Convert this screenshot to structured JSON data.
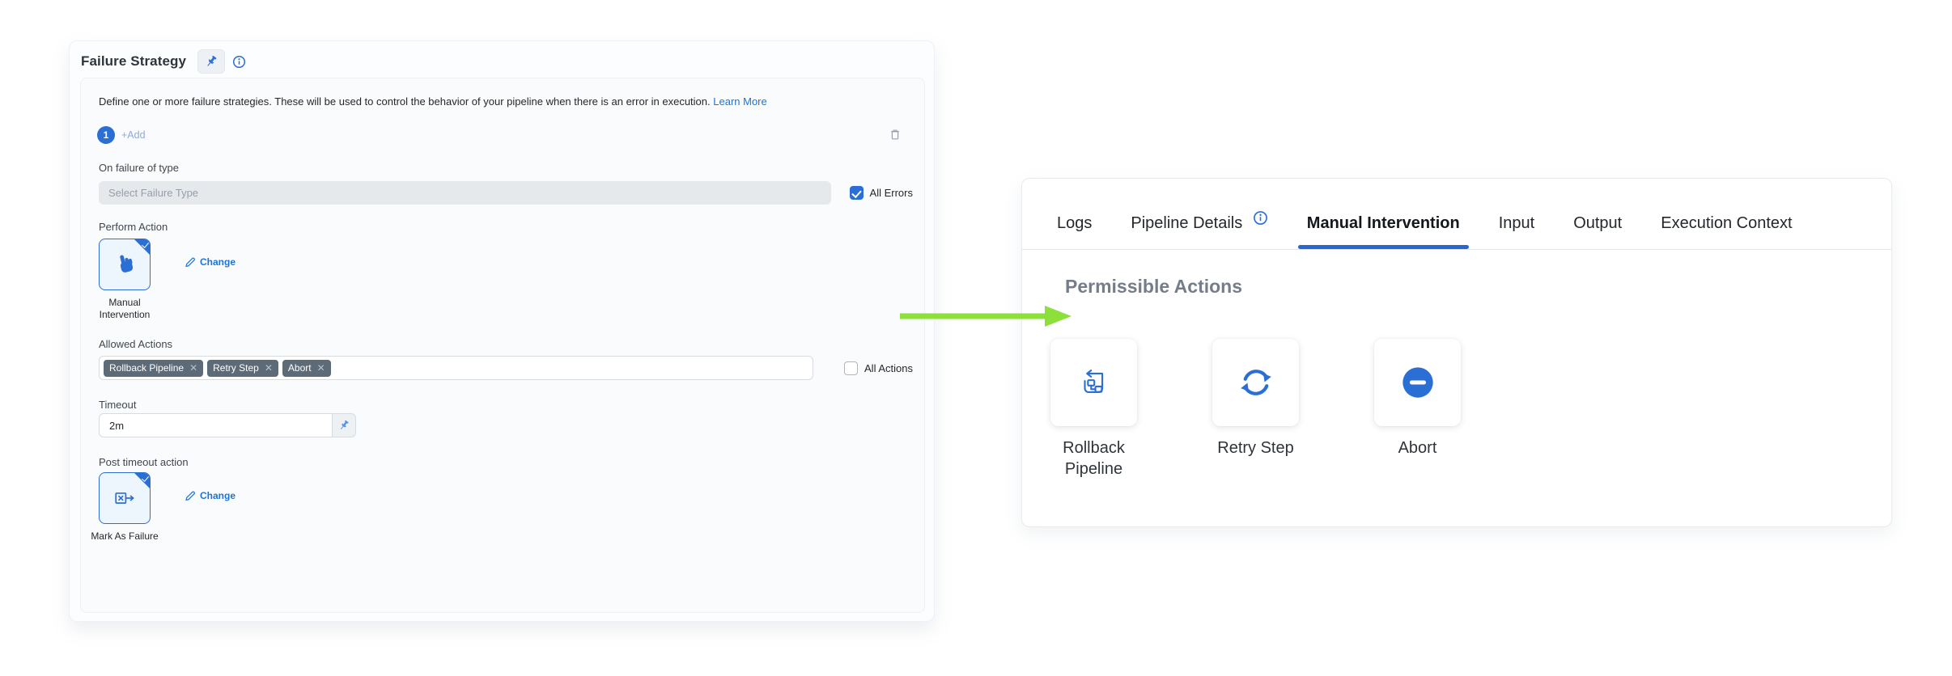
{
  "colors": {
    "primary_blue": "#2b6fd4",
    "link_blue": "#1b75d9",
    "tag_bg": "#5d6b78",
    "arrow_green": "#8ddf3a",
    "tab_underline": "#2767cf"
  },
  "failure_strategy": {
    "title": "Failure Strategy",
    "description": "Define one or more failure strategies. These will be used to control the behavior of your pipeline when there is an error in execution.",
    "learn_more_label": "Learn More",
    "strategy_list": {
      "selected_index_label": "1",
      "add_label": "+Add"
    },
    "on_failure": {
      "label": "On failure of type",
      "placeholder": "Select Failure Type",
      "all_errors": {
        "label": "All Errors",
        "checked": true
      }
    },
    "perform_action": {
      "label": "Perform Action",
      "selected": "Manual Intervention",
      "change_label": "Change"
    },
    "allowed_actions": {
      "label": "Allowed Actions",
      "tags": [
        {
          "label": "Rollback Pipeline"
        },
        {
          "label": "Retry Step"
        },
        {
          "label": "Abort"
        }
      ],
      "all_actions": {
        "label": "All Actions",
        "checked": false
      }
    },
    "timeout": {
      "label": "Timeout",
      "value": "2m"
    },
    "post_timeout": {
      "label": "Post timeout action",
      "selected": "Mark As Failure",
      "change_label": "Change"
    }
  },
  "execution_panel": {
    "tabs": [
      {
        "label": "Logs",
        "active": false
      },
      {
        "label": "Pipeline Details",
        "active": false,
        "info_icon": true
      },
      {
        "label": "Manual Intervention",
        "active": true
      },
      {
        "label": "Input",
        "active": false
      },
      {
        "label": "Output",
        "active": false
      },
      {
        "label": "Execution Context",
        "active": false
      }
    ],
    "active_tab": "Manual Intervention",
    "section_title": "Permissible Actions",
    "actions": [
      {
        "label": "Rollback Pipeline",
        "icon": "rollback-pipeline-icon"
      },
      {
        "label": "Retry Step",
        "icon": "retry-step-icon"
      },
      {
        "label": "Abort",
        "icon": "abort-icon"
      }
    ]
  }
}
